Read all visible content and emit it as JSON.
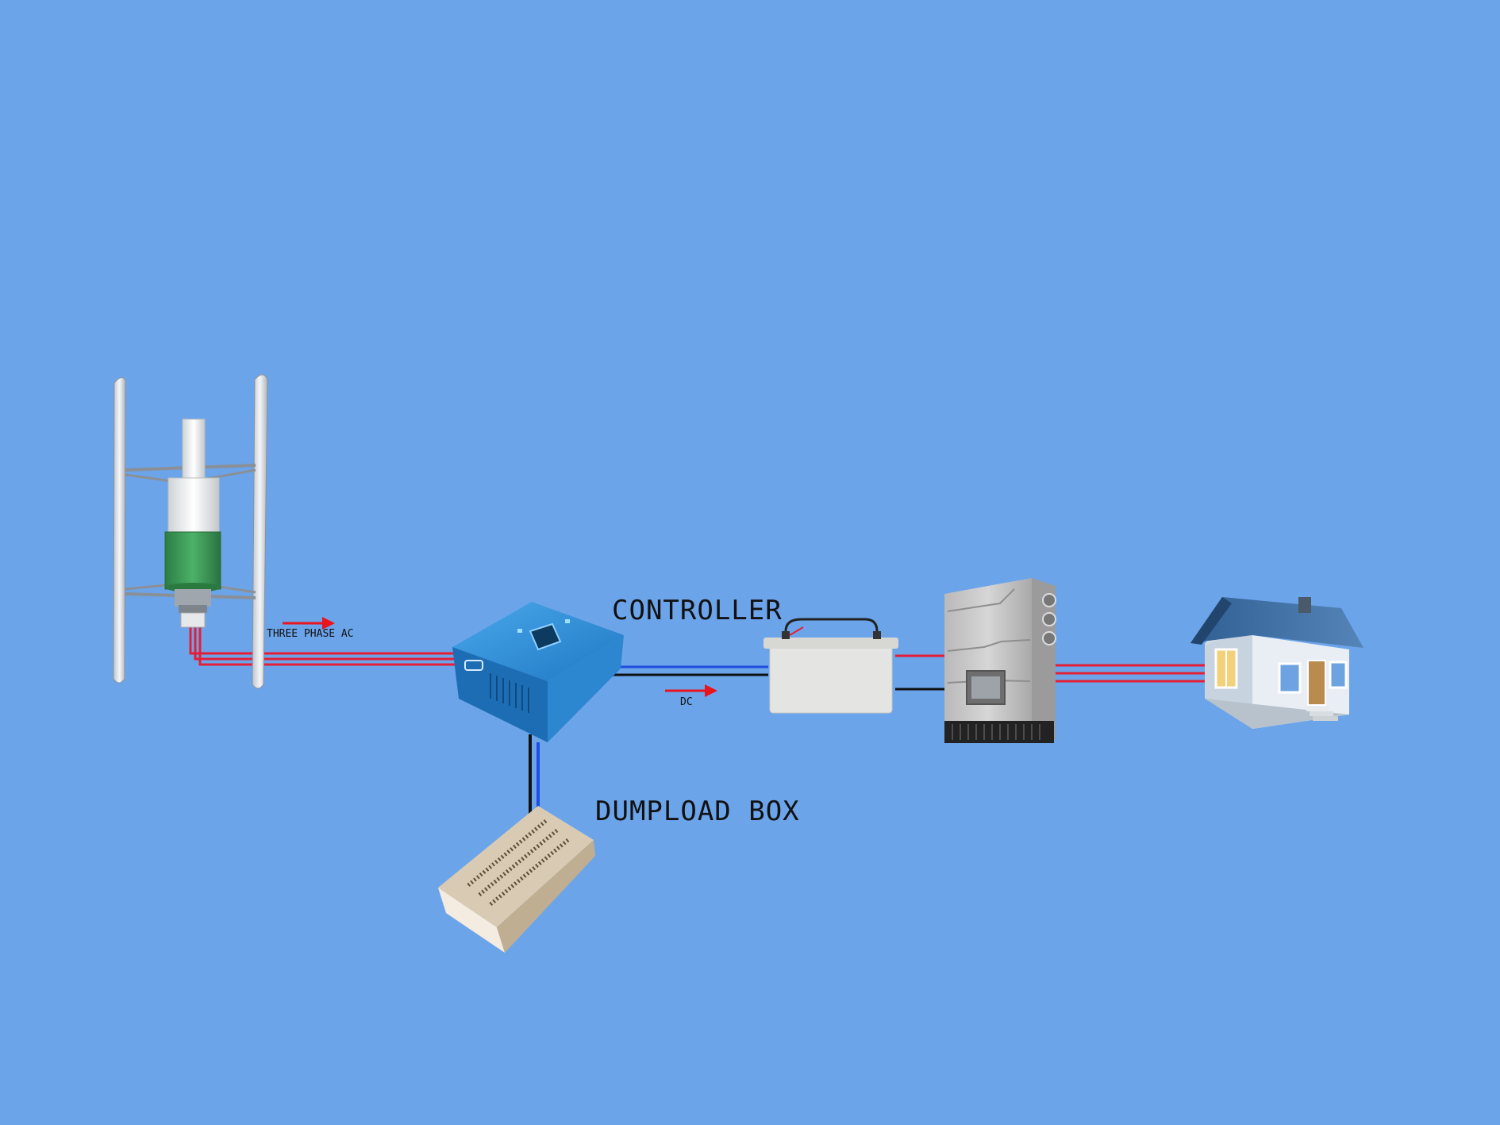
{
  "labels": {
    "three_phase_ac": "THREE PHASE AC",
    "dc": "DC",
    "controller": "CONTROLLER",
    "dumpload_box": "DUMPLOAD BOX"
  },
  "colors": {
    "background": "#6ca4ea",
    "wire_positive": "#e41f35",
    "wire_negative": "#111111",
    "wire_dc_blue": "#1f4de0",
    "arrow": "#e8141e",
    "controller_body": "#2f8fd6",
    "battery_body": "#e4e4e2",
    "inverter_body": "#c8c8c8",
    "dumpload_body": "#d9cbb3",
    "house_roof": "#3d6fa3",
    "turbine_generator": "#3a9a55"
  },
  "components": [
    {
      "id": "wind-turbine",
      "icon": "vertical-axis-wind-turbine"
    },
    {
      "id": "controller",
      "icon": "charge-controller"
    },
    {
      "id": "battery",
      "icon": "battery"
    },
    {
      "id": "inverter",
      "icon": "inverter"
    },
    {
      "id": "house",
      "icon": "house"
    },
    {
      "id": "dumpload-box",
      "icon": "dumpload-resistor-box"
    }
  ]
}
